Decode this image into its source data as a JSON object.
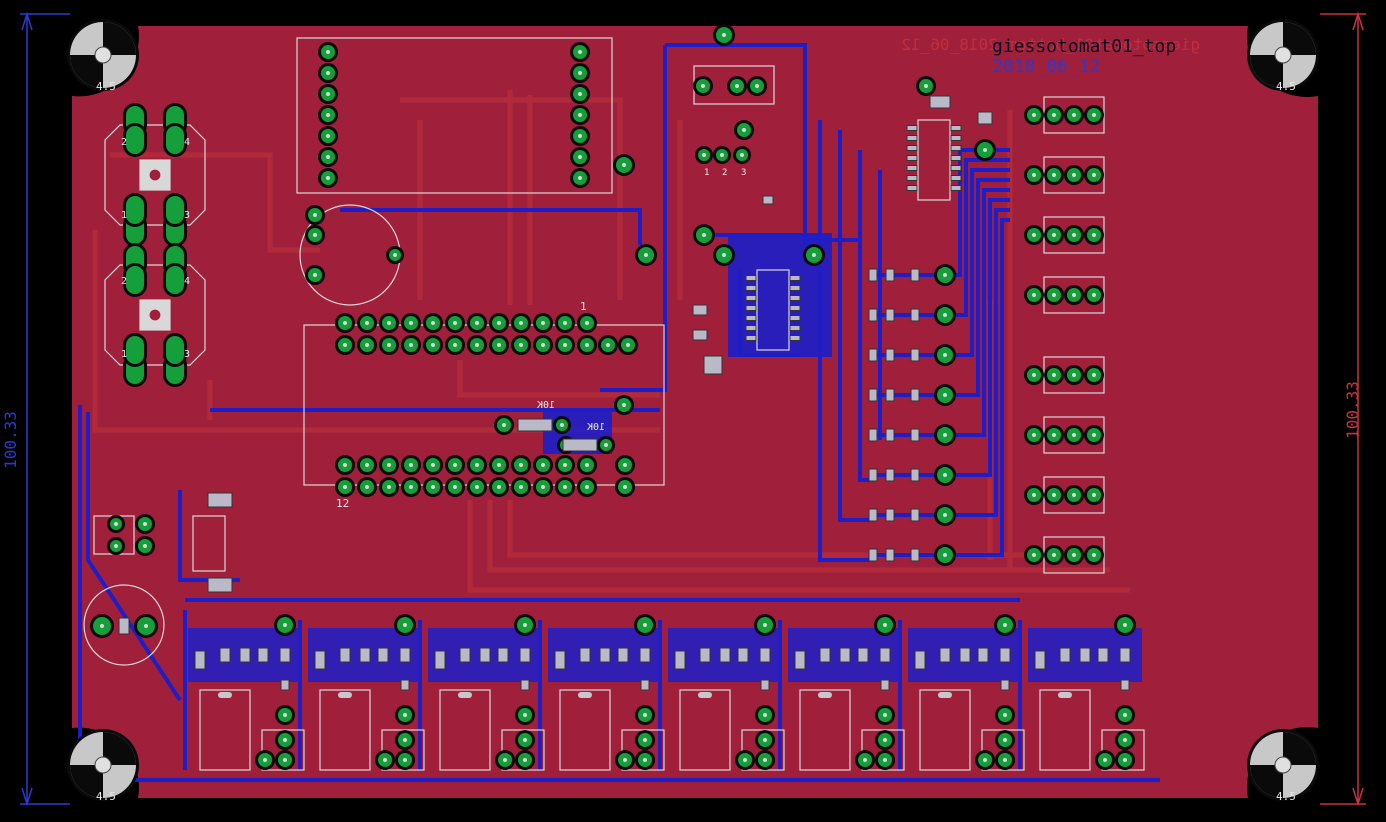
{
  "board": {
    "title": "giessotomat01_top",
    "date": "2018_06_12",
    "mirrored_bottom_label": "giessotomat01_bottom 2018_06_12",
    "dimension_left": "100.33",
    "dimension_right": "100.33",
    "hole_label": "4.5"
  },
  "labels": {
    "pin_1": "1",
    "pin_12": "12",
    "switch_pins": [
      "1",
      "2",
      "3",
      "4"
    ],
    "jumper_pins": [
      "1",
      "2",
      "3"
    ],
    "resistor_1": "10K",
    "resistor_2": "10K"
  },
  "colors": {
    "background": "#000000",
    "copper_top": "#a0203c",
    "copper_fill": "#8e2341",
    "trace_top": "#b02a3a",
    "trace_bottom": "#1e1ec8",
    "pad": "#149f3a",
    "silkscreen": "#d8d8d8",
    "dimension_blue": "#2a3ad0",
    "dimension_red": "#c8323c"
  }
}
